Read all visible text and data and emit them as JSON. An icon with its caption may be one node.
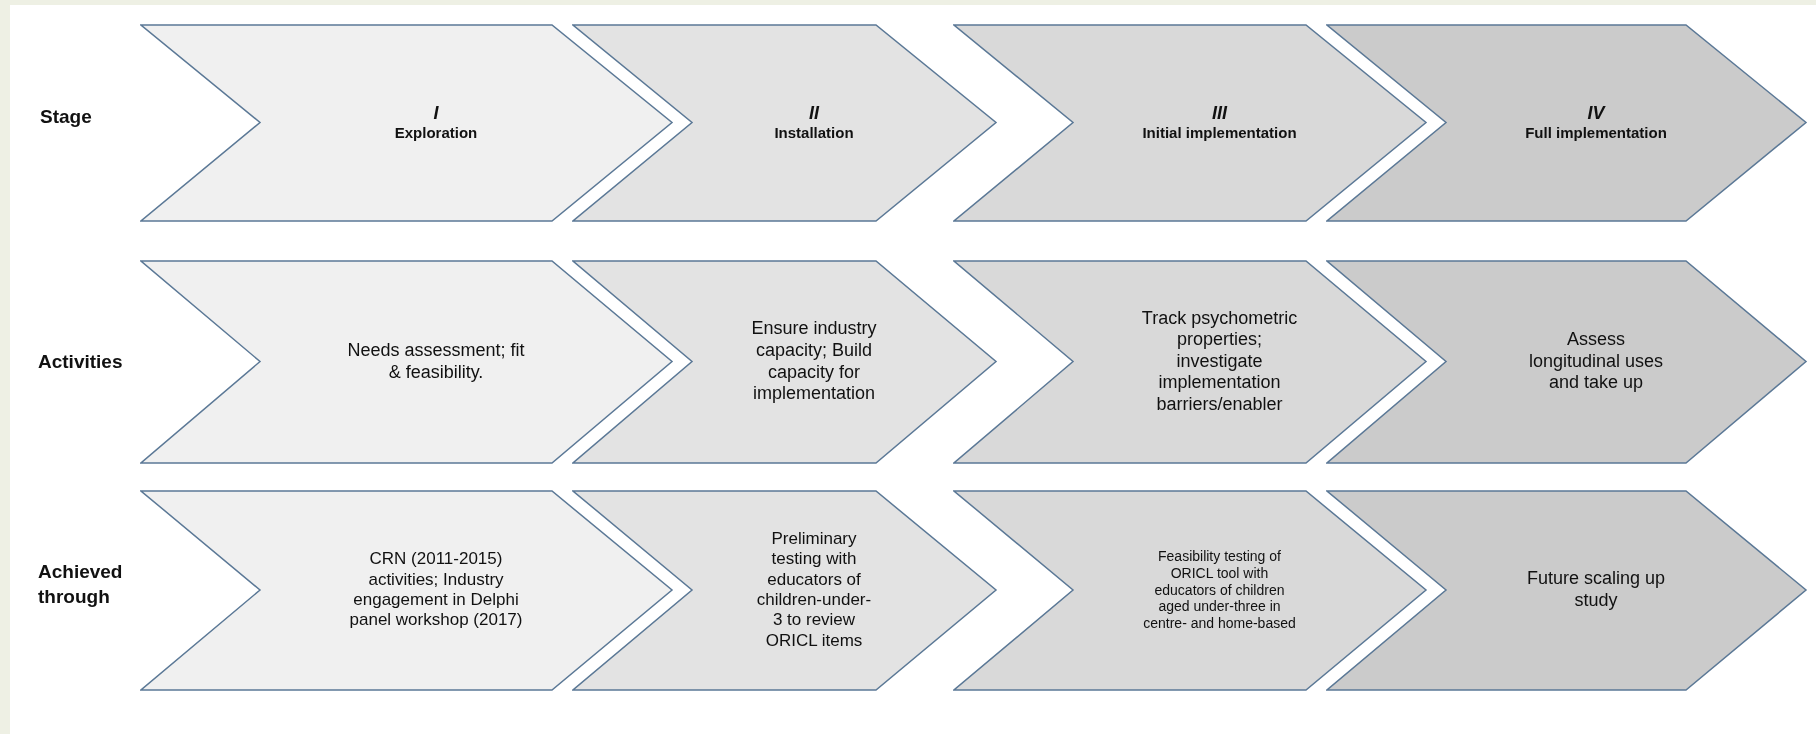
{
  "diagram": {
    "nodes": [
      {
        "text": [
          "I",
          "Exploration"
        ]
      },
      {
        "text": [
          "II",
          "Installation"
        ]
      },
      {
        "text": [
          "III",
          "Initial implementation"
        ]
      },
      {
        "text": [
          "IV",
          "Full implementation"
        ]
      },
      {
        "text": [
          "Needs assessment; fit & feasibility."
        ]
      },
      {
        "text": [
          "Ensure industry capacity; Build capacity for implementation"
        ]
      },
      {
        "text": [
          "Track psychometric properties; investigate implementation barriers/enabler"
        ]
      },
      {
        "text": [
          "Assess longitudinal uses and take up"
        ]
      },
      {
        "text": [
          "CRN (2011-2015) activities; Industry engagement in Delphi panel workshop (2017)"
        ]
      },
      {
        "text": [
          "Preliminary testing with educators of children-under-3 to review ORICL items"
        ]
      },
      {
        "text": [
          "Feasibility testing of ORICL tool with educators of children aged under-three in centre- and home-based"
        ]
      },
      {
        "text": [
          "Future scaling up study"
        ]
      }
    ],
    "labels": [
      "Stage",
      "Activities",
      "Achieved through"
    ]
  }
}
